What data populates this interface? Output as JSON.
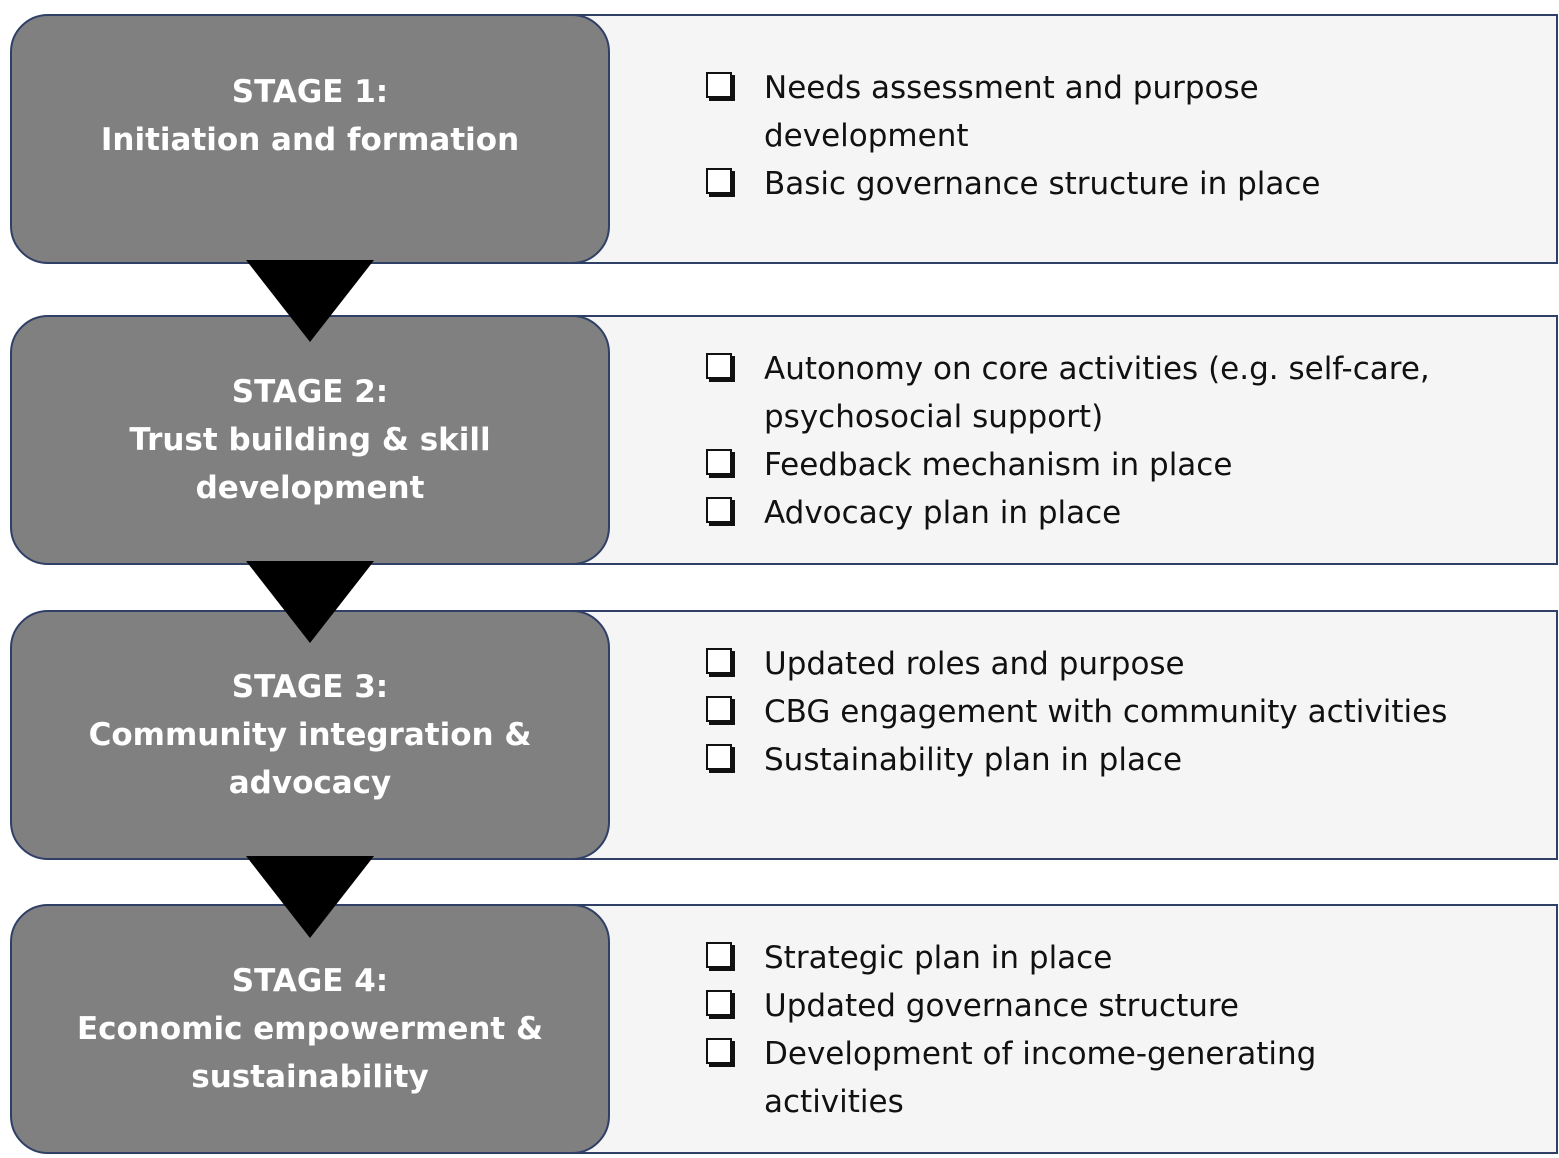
{
  "stages": [
    {
      "title": "STAGE 1:",
      "subtitle_lines": [
        "Initiation and formation"
      ],
      "items": [
        "Needs assessment and purpose development",
        "Basic governance structure in place"
      ]
    },
    {
      "title": "STAGE 2:",
      "subtitle_lines": [
        "Trust building & skill",
        "development"
      ],
      "items": [
        "Autonomy on core activities (e.g. self-care, psychosocial support)",
        "Feedback mechanism in place",
        "Advocacy plan in place"
      ]
    },
    {
      "title": "STAGE 3:",
      "subtitle_lines": [
        "Community integration &",
        "advocacy"
      ],
      "items": [
        "Updated roles and purpose",
        "CBG engagement with community activities",
        "Sustainability plan in place"
      ]
    },
    {
      "title": "STAGE 4:",
      "subtitle_lines": [
        "Economic empowerment &",
        "sustainability"
      ],
      "items": [
        "Strategic plan in place",
        "Updated governance structure",
        "Development of income-generating activities"
      ]
    }
  ],
  "colors": {
    "stage_fill": "#808080",
    "detail_fill": "#f5f5f5",
    "border": "#2f3f66",
    "arrow": "#000000"
  },
  "icons": {
    "checkbox": "checkbox-icon",
    "arrow": "down-arrow-icon"
  }
}
